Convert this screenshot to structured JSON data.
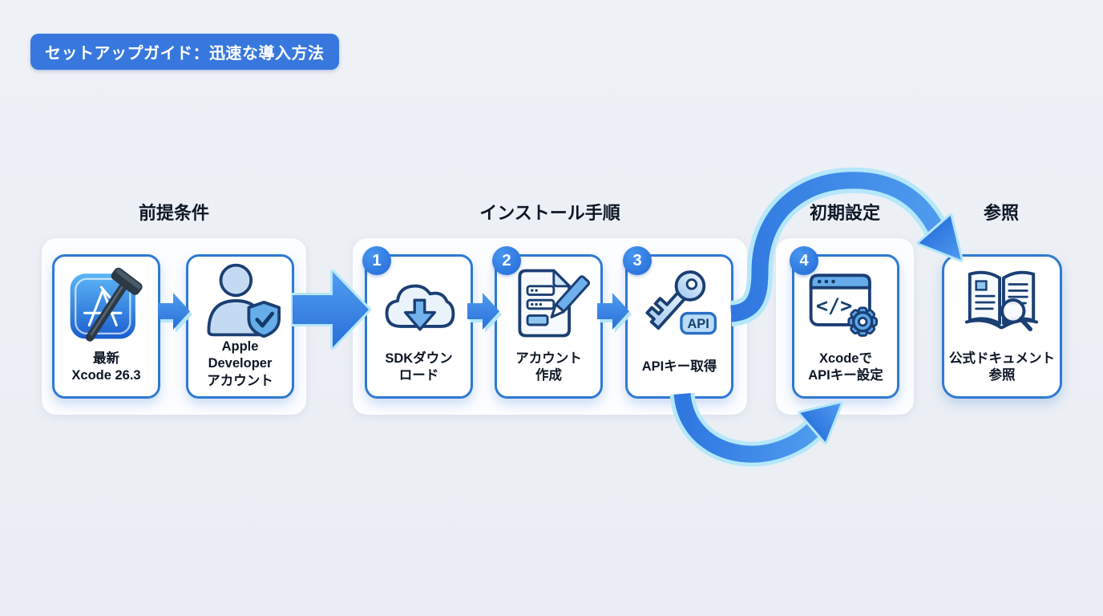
{
  "title_badge": {
    "label": "セットアップガイド：迅速な導入方法"
  },
  "colors": {
    "background": "#ebeff5",
    "badge_bg": "#3878de",
    "card_border": "#2e7ad2",
    "arrow_blue": "#3b82e8",
    "glow_cyan": "#b5e7fb",
    "step_badge_bg": "#2e80e8",
    "icon_stroke": "#1b3f73"
  },
  "sections": [
    {
      "header": "前提条件"
    },
    {
      "header": "インストール手順"
    },
    {
      "header": "初期設定"
    },
    {
      "header": "参照"
    }
  ],
  "cards": [
    {
      "title_lines": [
        "最新",
        "Xcode 26.3"
      ],
      "icon": "xcode-app-icon"
    },
    {
      "title_lines": [
        "Apple Developer",
        "アカウント"
      ],
      "icon": "developer-account-shield-icon"
    },
    {
      "step": "1",
      "title_lines": [
        "SDKダウン",
        "ロード"
      ],
      "icon": "cloud-download-icon"
    },
    {
      "step": "2",
      "title_lines": [
        "アカウント",
        "作成"
      ],
      "icon": "document-pencil-icon"
    },
    {
      "step": "3",
      "title_lines": [
        "APIキー取得"
      ],
      "icon": "api-key-icon",
      "key_tag": "API"
    },
    {
      "step": "4",
      "title_lines": [
        "Xcodeで",
        "APIキー設定"
      ],
      "icon": "code-window-gear-icon",
      "code_glyph": "</>"
    },
    {
      "title_lines": [
        "公式ドキュメント",
        "参照"
      ],
      "icon": "documentation-search-icon"
    }
  ],
  "flow": {
    "straight_arrows": 4,
    "curved_arrows": [
      {
        "from": "APIキー取得",
        "to": "公式ドキュメント参照",
        "style": "arc-over-top"
      },
      {
        "from": "APIキー取得",
        "to": "XcodeでAPIキー設定",
        "style": "arc-under-bottom"
      }
    ]
  }
}
